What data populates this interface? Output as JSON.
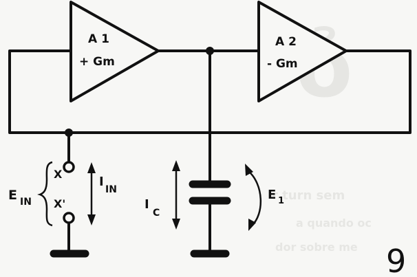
{
  "amplifiers": {
    "a1": {
      "name": "A 1",
      "gain": "+ Gm"
    },
    "a2": {
      "name": "A 2",
      "gain": "- Gm"
    }
  },
  "labels": {
    "e_in": "E",
    "e_in_sub": "IN",
    "x": "X",
    "x_prime": "X'",
    "i_in": "I",
    "i_in_sub": "IN",
    "i_c": "I",
    "i_c_sub": "C",
    "e1": "E",
    "e1_sub": "1"
  },
  "figure_number": "9"
}
